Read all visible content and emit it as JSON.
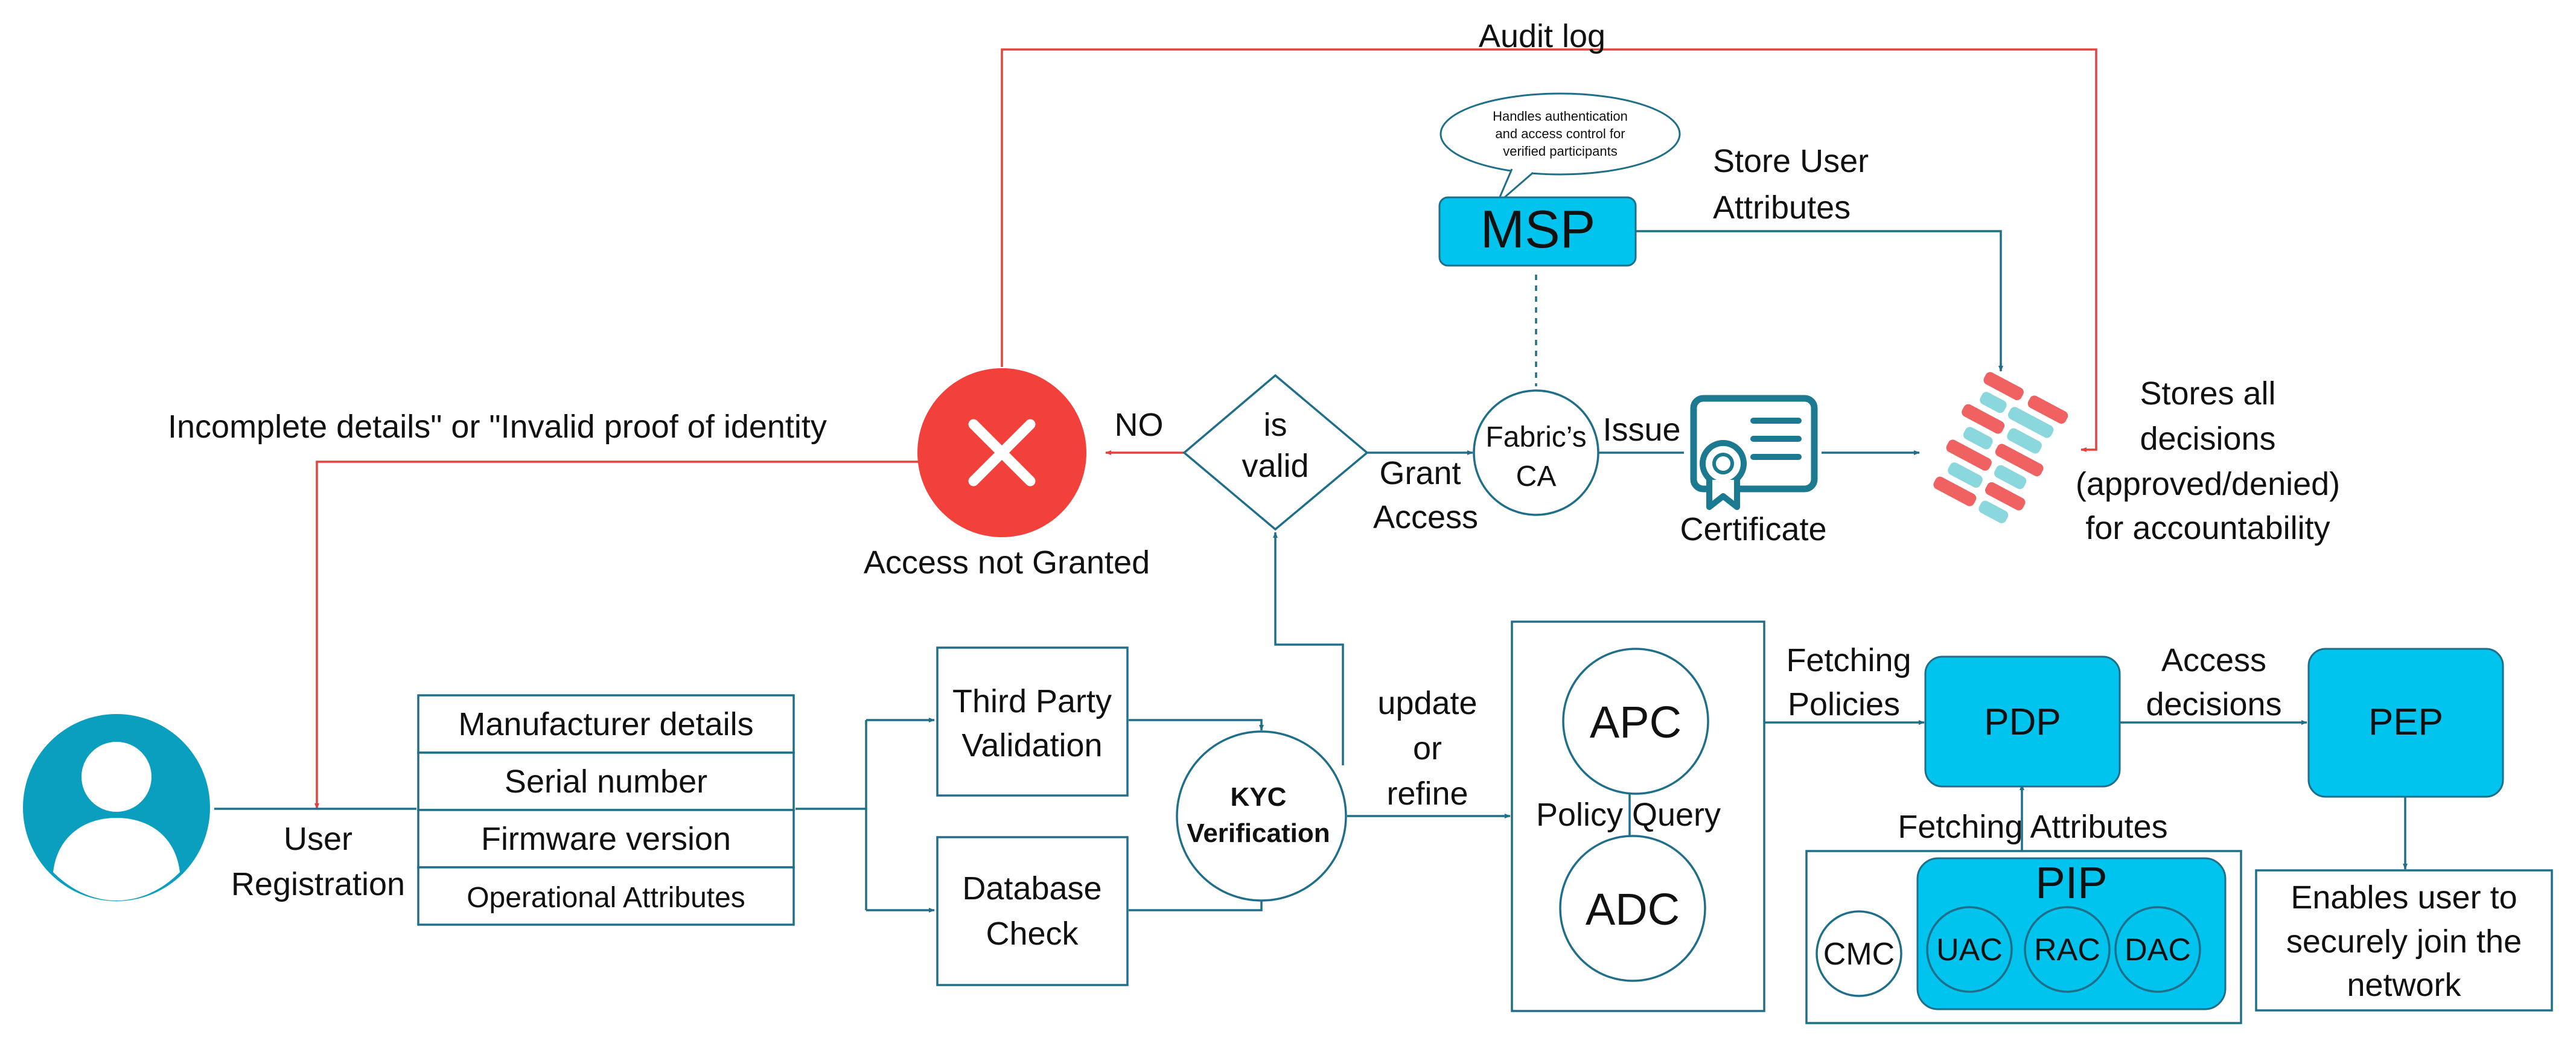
{
  "colors": {
    "accent_cyan": "#00c4ee",
    "line_blue": "#1f6f8b",
    "red": "#e4423c",
    "user_teal": "#0b9fbf"
  },
  "labels": {
    "audit_log": "Audit log",
    "msp_bubble_line1": "Handles authentication",
    "msp_bubble_line2": "and access control for",
    "msp_bubble_line3": "verified participants",
    "msp": "MSP",
    "store_user_attributes_line1": "Store User",
    "store_user_attributes_line2": "Attributes",
    "incomplete_details": "Incomplete details\" or \"Invalid proof of identity",
    "no": "NO",
    "is_valid_line1": "is",
    "is_valid_line2": "valid",
    "fabric_ca_line1": "Fabric’s",
    "fabric_ca_line2": "CA",
    "issue": "Issue",
    "grant_access_line1": "Grant",
    "grant_access_line2": "Access",
    "certificate": "Certificate",
    "stores_all_line1": "Stores all",
    "stores_all_line2": "decisions",
    "stores_all_line3": "(approved/denied)",
    "stores_all_line4": "for accountability",
    "access_not_granted": "Access not Granted",
    "user_registration_line1": "User",
    "user_registration_line2": "Registration",
    "attributes": [
      "Manufacturer details",
      "Serial number",
      "Firmware version",
      "Operational Attributes"
    ],
    "third_party_line1": "Third Party",
    "third_party_line2": "Validation",
    "database_check_line1": "Database",
    "database_check_line2": "Check",
    "kyc_line1": "KYC",
    "kyc_line2": "Verification",
    "update_line1": "update",
    "update_line2": "or",
    "update_line3": "refine",
    "apc": "APC",
    "adc": "ADC",
    "policy_query": "Policy Query",
    "fetching_policies_line1": "Fetching",
    "fetching_policies_line2": "Policies",
    "pdp": "PDP",
    "access_decisions_line1": "Access",
    "access_decisions_line2": "decisions",
    "pep": "PEP",
    "fetching_attributes": "Fetching Attributes",
    "pip": "PIP",
    "cmc": "CMC",
    "uac": "UAC",
    "rac": "RAC",
    "dac": "DAC",
    "enables_line1": "Enables user to",
    "enables_line2": "securely join the",
    "enables_line3": "network"
  }
}
